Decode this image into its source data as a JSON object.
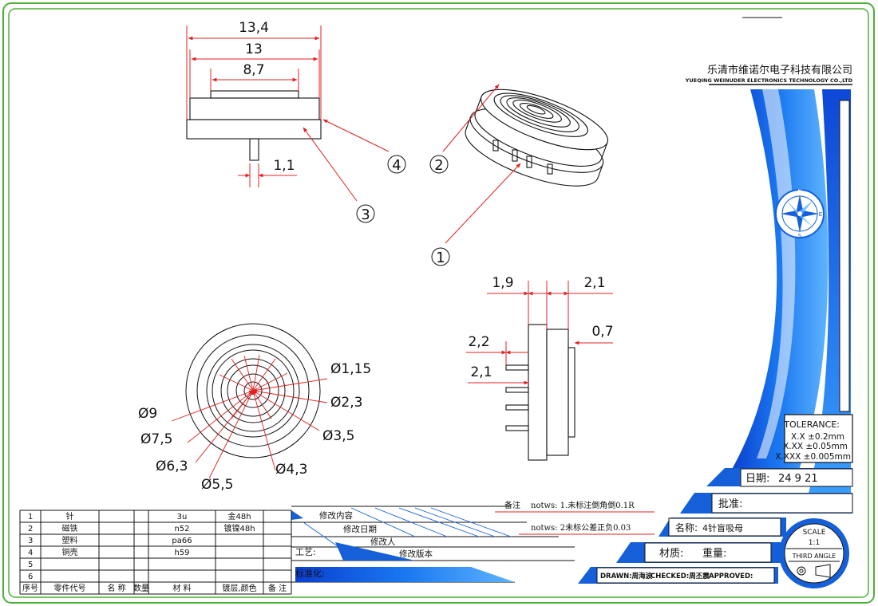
{
  "company": {
    "name_cn": "乐清市维诺尔电子科技有限公司",
    "name_en": "YUEQING WEINUDER ELECTRONICS TECHNOLOGY CO.,LTD"
  },
  "compass": {
    "n": "N",
    "s": "S",
    "o": "O",
    "e": "E"
  },
  "side_view_dims": {
    "d1": "13,4",
    "d2": "13",
    "d3": "8,7",
    "d4": "1,1"
  },
  "balloons": {
    "b1": "1",
    "b2": "2",
    "b3": "3",
    "b4": "4"
  },
  "front_view_dims": {
    "d_115": "Ø1,15",
    "d_23": "Ø2,3",
    "d_35": "Ø3,5",
    "d_43": "Ø4,3",
    "d_55": "Ø5,5",
    "d_63": "Ø6,3",
    "d_75": "Ø7,5",
    "d_9": "Ø9"
  },
  "profile_dims": {
    "a": "1,9",
    "b": "2,1",
    "c": "2,2",
    "d": "2,1",
    "e": "0,7"
  },
  "tolerance": {
    "title": "TOLERANCE:",
    "rows": [
      "X.X  ±0.2mm",
      "X.XX  ±0.05mm",
      "X.XXX  ±0.005mm"
    ]
  },
  "title_block": {
    "date_label": "日期:",
    "date_value": "24  9  21",
    "approve_label": "批准:",
    "name_label": "名称:",
    "name_value": "4针盲吸母",
    "material_label": "材质:",
    "weight_label": "重量:",
    "drawn": "DRAWN:周海波",
    "checked": "CHECKED:周丕震",
    "approved": "APPROVED:",
    "scale_label": "SCALE",
    "scale_value": "1:1",
    "third_angle": "THIRD ANGLE"
  },
  "notes": {
    "label": "备注",
    "note1": "notws: 1.未标注倒角倒0.1R",
    "note2": "notws: 2未标公差正负0.03"
  },
  "revision": {
    "content": "修改内容",
    "date": "修改日期",
    "person": "修改人",
    "version": "修改版本",
    "craft": "工艺:",
    "standard": "标准化:"
  },
  "parts_table": {
    "rows": [
      {
        "no": "1",
        "code": "针",
        "name": "",
        "qty": "",
        "material": "3u",
        "finish": "金48h",
        "remark": ""
      },
      {
        "no": "2",
        "code": "磁铁",
        "name": "",
        "qty": "",
        "material": "n52",
        "finish": "镀镍48h",
        "remark": ""
      },
      {
        "no": "3",
        "code": "塑料",
        "name": "",
        "qty": "",
        "material": "pa66",
        "finish": "",
        "remark": ""
      },
      {
        "no": "4",
        "code": "铜壳",
        "name": "",
        "qty": "",
        "material": "h59",
        "finish": "",
        "remark": ""
      },
      {
        "no": "5",
        "code": "",
        "name": "",
        "qty": "",
        "material": "",
        "finish": "",
        "remark": ""
      },
      {
        "no": "6",
        "code": "",
        "name": "",
        "qty": "",
        "material": "",
        "finish": "",
        "remark": ""
      }
    ],
    "headers": {
      "no": "序号",
      "code": "零件代号",
      "name": "名 称",
      "qty": "数量",
      "material": "材  料",
      "finish": "镀层,颜色",
      "remark": "备 注"
    }
  },
  "colors": {
    "border": "#4caf3a",
    "accent": "#1560d8",
    "dim": "#e02020"
  }
}
